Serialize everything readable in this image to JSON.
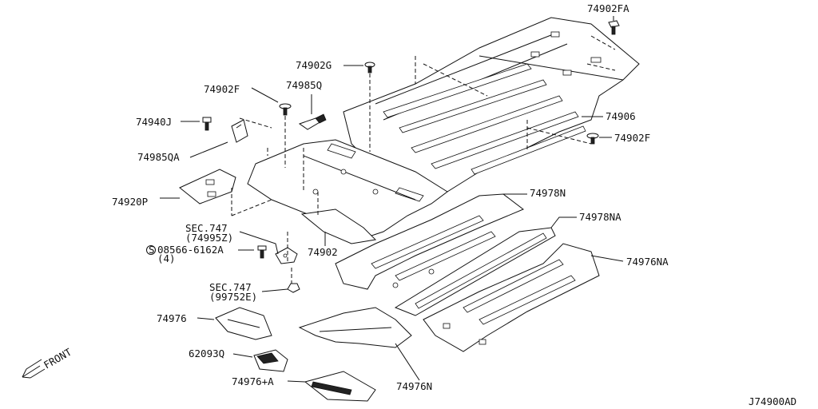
{
  "labels": {
    "l_74902FA": "74902FA",
    "l_74902G": "74902G",
    "l_74985Q": "74985Q",
    "l_74902F_a": "74902F",
    "l_74940J": "74940J",
    "l_74906": "74906",
    "l_74902F_b": "74902F",
    "l_74985QA": "74985QA",
    "l_74920P": "74920P",
    "l_74978N": "74978N",
    "l_74978NA": "74978NA",
    "l_sec747_a": "SEC.747",
    "l_74995Z": "(74995Z)",
    "l_bolt": "08566-6162A",
    "l_qty4": "(4)",
    "l_74976NA": "74976NA",
    "l_74902": "74902",
    "l_sec747_b": "SEC.747",
    "l_99752E": "(99752E)",
    "l_74976": "74976",
    "l_62093Q": "62093Q",
    "l_74976A": "74976+A",
    "l_74976N": "74976N",
    "l_front": "FRONT",
    "l_code": "J74900AD"
  },
  "symbols": {
    "bolt_prefix": "S"
  }
}
